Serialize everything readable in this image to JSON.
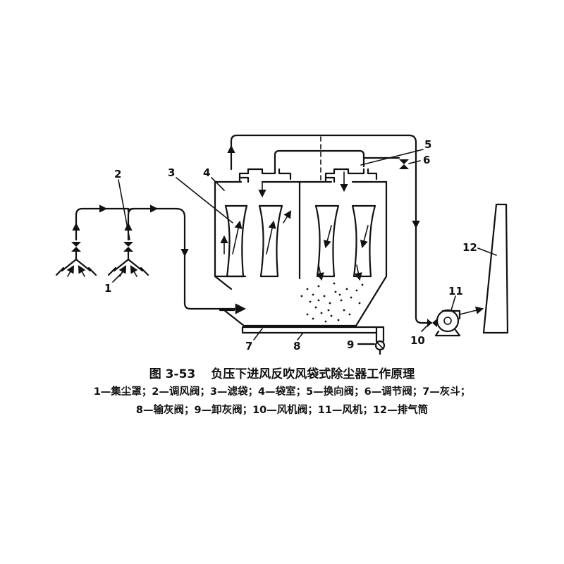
{
  "figure": {
    "number": "图 3-53",
    "title": "负压下进风反吹风袋式除尘器工作原理"
  },
  "legend": {
    "line1": "1—集尘罩；2—调风阀；3—滤袋；4—袋室；5—换向阀；6—调节阀；7—灰斗；",
    "line2": "8—输灰阀；9—卸灰阀；10—风机阀；11—风机；12—排气筒"
  },
  "labels": {
    "n1": "1",
    "n2": "2",
    "n3": "3",
    "n4": "4",
    "n5": "5",
    "n6": "6",
    "n7": "7",
    "n8": "8",
    "n9": "9",
    "n10": "10",
    "n11": "11",
    "n12": "12"
  },
  "colors": {
    "ink": "#111111",
    "background": "#ffffff"
  }
}
